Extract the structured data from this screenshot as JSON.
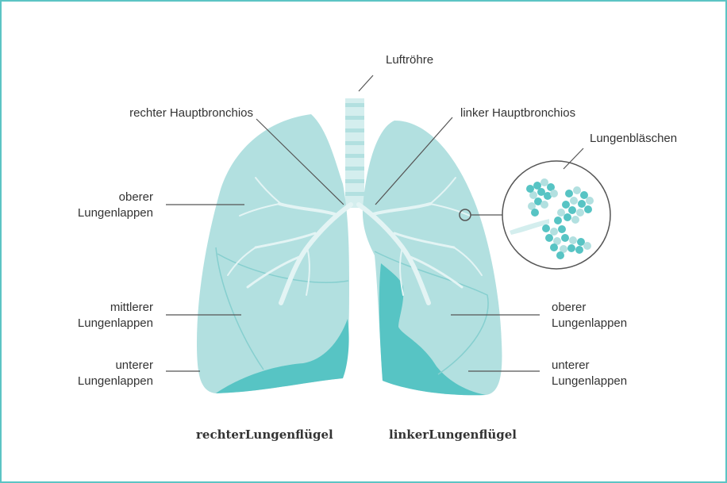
{
  "labels": {
    "trachea": "Luftröhre",
    "right_main_bronchus": "rechter Hauptbronchios",
    "left_main_bronchus": "linker Hauptbronchios",
    "alveoli": "Lungenbläschen",
    "right_upper_lobe_line1": "oberer",
    "right_upper_lobe_line2": "Lungenlappen",
    "right_middle_lobe_line1": "mittlerer",
    "right_middle_lobe_line2": "Lungenlappen",
    "right_lower_lobe_line1": "unterer",
    "right_lower_lobe_line2": "Lungenlappen",
    "left_upper_lobe_line1": "oberer",
    "left_upper_lobe_line2": "Lungenlappen",
    "left_lower_lobe_line1": "unterer",
    "left_lower_lobe_line2": "Lungenlappen"
  },
  "captions": {
    "right_lung_a": "rechter",
    "right_lung_b": "Lungenflügel",
    "left_lung_a": "linker",
    "left_lung_b": "Lungenflügel"
  },
  "colors": {
    "border": "#5cc4c4",
    "lung_fill": "#b2e0e0",
    "lung_dark": "#57c4c4",
    "bronchi": "#e3f4f4",
    "leader_line": "#555555",
    "text": "#333333"
  }
}
